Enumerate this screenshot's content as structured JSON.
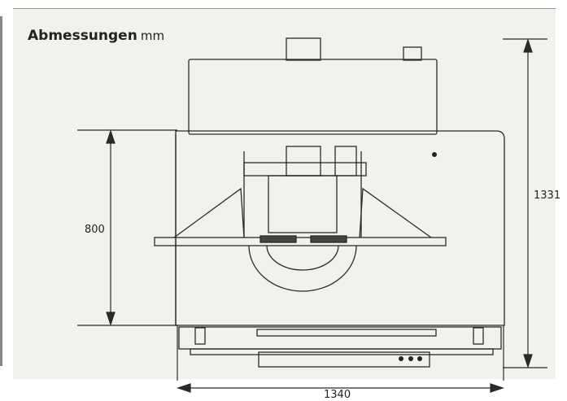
{
  "header": {
    "title": "Abmessungen",
    "unit": "mm"
  },
  "dimensions": {
    "height_table": "800",
    "height_total": "1331",
    "width_total": "1340"
  }
}
